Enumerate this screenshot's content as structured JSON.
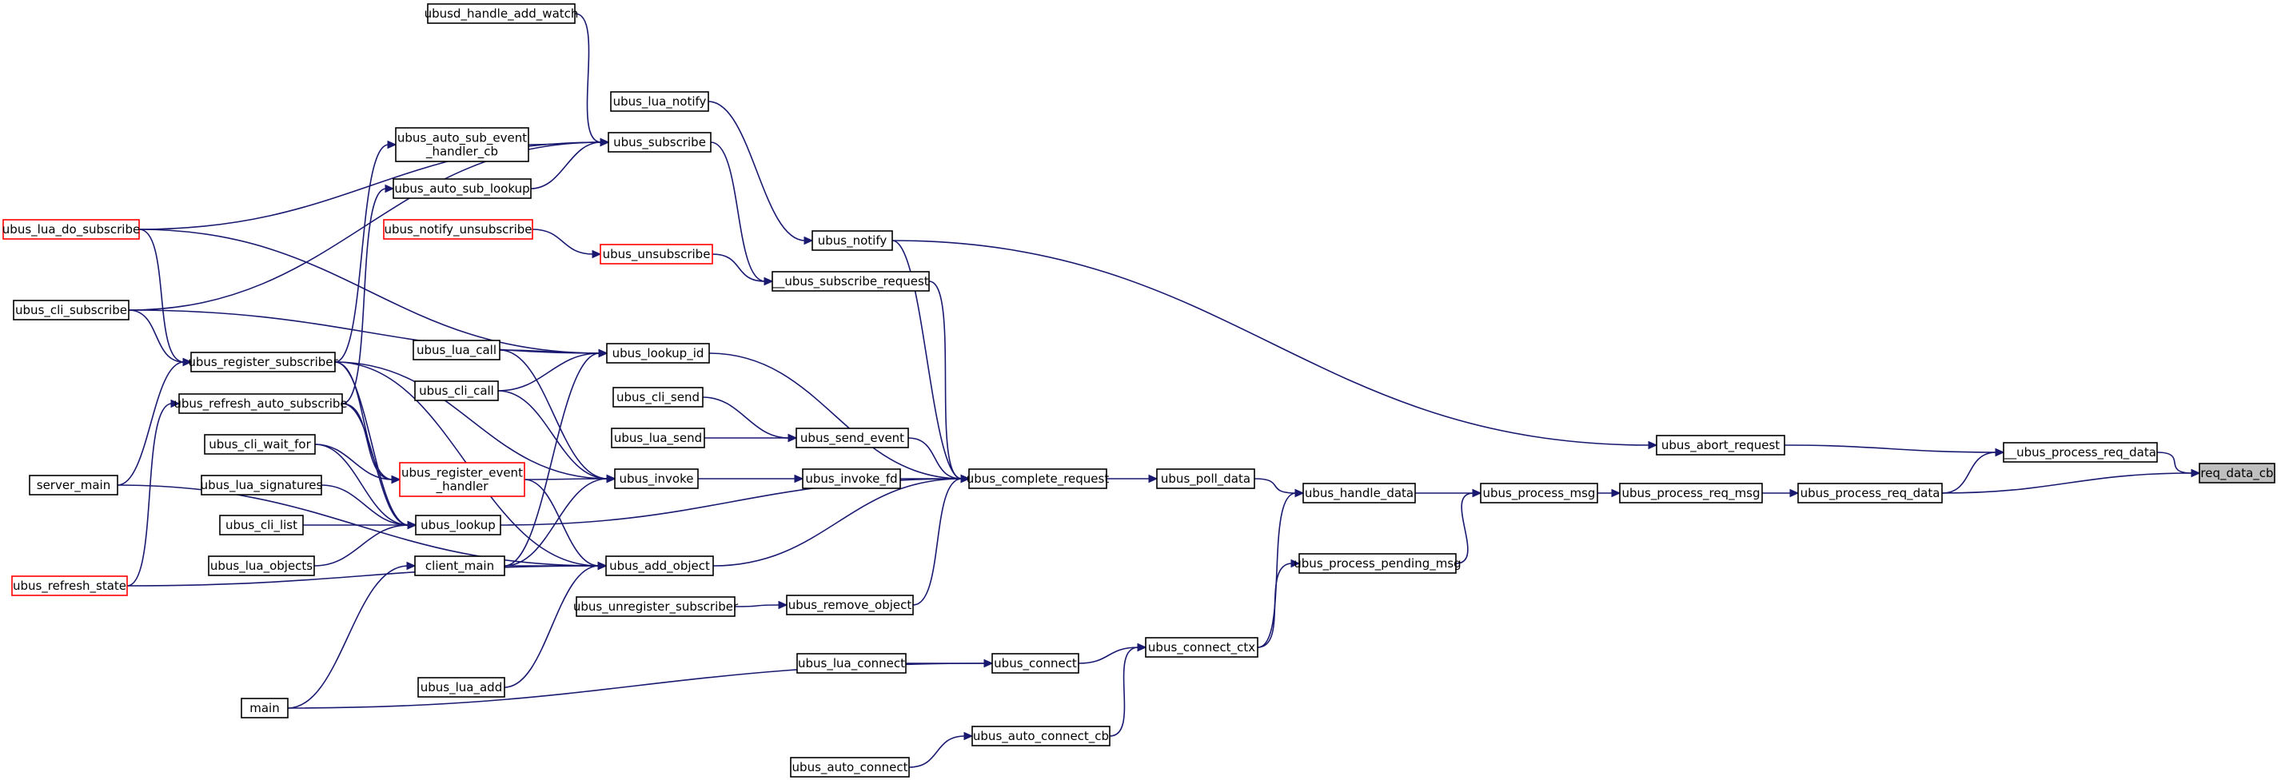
{
  "graph": {
    "nodes": [
      {
        "id": "req_data_cb",
        "lines": [
          "req_data_cb"
        ],
        "focus": true
      },
      {
        "id": "__ubus_process_req_data",
        "lines": [
          "__ubus_process_req_data"
        ]
      },
      {
        "id": "ubus_process_req_data",
        "lines": [
          "ubus_process_req_data"
        ]
      },
      {
        "id": "ubus_abort_request",
        "lines": [
          "ubus_abort_request"
        ]
      },
      {
        "id": "ubus_process_req_msg",
        "lines": [
          "ubus_process_req_msg"
        ]
      },
      {
        "id": "ubus_process_msg",
        "lines": [
          "ubus_process_msg"
        ]
      },
      {
        "id": "ubus_handle_data",
        "lines": [
          "ubus_handle_data"
        ]
      },
      {
        "id": "ubus_process_pending_msg",
        "lines": [
          "ubus_process_pending_msg"
        ]
      },
      {
        "id": "ubus_poll_data",
        "lines": [
          "ubus_poll_data"
        ]
      },
      {
        "id": "ubus_connect_ctx",
        "lines": [
          "ubus_connect_ctx"
        ]
      },
      {
        "id": "ubus_connect",
        "lines": [
          "ubus_connect"
        ]
      },
      {
        "id": "ubus_auto_connect_cb",
        "lines": [
          "ubus_auto_connect_cb"
        ]
      },
      {
        "id": "ubus_lua_connect",
        "lines": [
          "ubus_lua_connect"
        ]
      },
      {
        "id": "ubus_auto_connect",
        "lines": [
          "ubus_auto_connect"
        ]
      },
      {
        "id": "main",
        "lines": [
          "main"
        ]
      },
      {
        "id": "ubus_complete_request",
        "lines": [
          "ubus_complete_request"
        ]
      },
      {
        "id": "ubus_notify",
        "lines": [
          "ubus_notify"
        ]
      },
      {
        "id": "__ubus_subscribe_request",
        "lines": [
          "__ubus_subscribe_request"
        ]
      },
      {
        "id": "ubus_send_event",
        "lines": [
          "ubus_send_event"
        ]
      },
      {
        "id": "ubus_invoke_fd",
        "lines": [
          "ubus_invoke_fd"
        ]
      },
      {
        "id": "ubus_remove_object",
        "lines": [
          "ubus_remove_object"
        ]
      },
      {
        "id": "ubus_lua_notify",
        "lines": [
          "ubus_lua_notify"
        ]
      },
      {
        "id": "ubus_subscribe",
        "lines": [
          "ubus_subscribe"
        ]
      },
      {
        "id": "ubus_unsubscribe",
        "lines": [
          "ubus_unsubscribe"
        ],
        "red": true
      },
      {
        "id": "ubus_notify_unsubscribe",
        "lines": [
          "ubus_notify_unsubscribe"
        ],
        "red": true
      },
      {
        "id": "ubus_lookup_id",
        "lines": [
          "ubus_lookup_id"
        ]
      },
      {
        "id": "ubus_invoke",
        "lines": [
          "ubus_invoke"
        ]
      },
      {
        "id": "ubus_lookup",
        "lines": [
          "ubus_lookup"
        ]
      },
      {
        "id": "ubus_add_object",
        "lines": [
          "ubus_add_object"
        ]
      },
      {
        "id": "ubus_unregister_subscriber",
        "lines": [
          "ubus_unregister_subscriber"
        ]
      },
      {
        "id": "ubusd_handle_add_watch",
        "lines": [
          "ubusd_handle_add_watch"
        ]
      },
      {
        "id": "ubus_auto_sub_event_handler_cb",
        "lines": [
          "ubus_auto_sub_event",
          "_handler_cb"
        ]
      },
      {
        "id": "ubus_auto_sub_lookup",
        "lines": [
          "ubus_auto_sub_lookup"
        ]
      },
      {
        "id": "ubus_lua_do_subscribe",
        "lines": [
          "ubus_lua_do_subscribe"
        ],
        "red": true
      },
      {
        "id": "ubus_cli_subscribe",
        "lines": [
          "ubus_cli_subscribe"
        ]
      },
      {
        "id": "ubus_register_subscriber",
        "lines": [
          "ubus_register_subscriber"
        ]
      },
      {
        "id": "ubus_refresh_auto_subscribe",
        "lines": [
          "ubus_refresh_auto_subscribe"
        ]
      },
      {
        "id": "ubus_register_event_handler",
        "lines": [
          "ubus_register_event",
          "_handler"
        ],
        "red": true
      },
      {
        "id": "ubus_lua_call",
        "lines": [
          "ubus_lua_call"
        ]
      },
      {
        "id": "ubus_cli_call",
        "lines": [
          "ubus_cli_call"
        ]
      },
      {
        "id": "ubus_cli_send",
        "lines": [
          "ubus_cli_send"
        ]
      },
      {
        "id": "ubus_lua_send",
        "lines": [
          "ubus_lua_send"
        ]
      },
      {
        "id": "ubus_cli_wait_for",
        "lines": [
          "ubus_cli_wait_for"
        ]
      },
      {
        "id": "ubus_lua_signatures",
        "lines": [
          "ubus_lua_signatures"
        ]
      },
      {
        "id": "ubus_cli_list",
        "lines": [
          "ubus_cli_list"
        ]
      },
      {
        "id": "ubus_lua_objects",
        "lines": [
          "ubus_lua_objects"
        ]
      },
      {
        "id": "client_main",
        "lines": [
          "client_main"
        ]
      },
      {
        "id": "ubus_lua_add",
        "lines": [
          "ubus_lua_add"
        ]
      },
      {
        "id": "server_main",
        "lines": [
          "server_main"
        ]
      },
      {
        "id": "ubus_refresh_state",
        "lines": [
          "ubus_refresh_state"
        ],
        "red": true
      }
    ],
    "edges": [
      {
        "from": "__ubus_process_req_data",
        "to": "req_data_cb"
      },
      {
        "from": "ubus_process_req_data",
        "to": "req_data_cb"
      },
      {
        "from": "ubus_abort_request",
        "to": "__ubus_process_req_data"
      },
      {
        "from": "ubus_process_req_data",
        "to": "__ubus_process_req_data"
      },
      {
        "from": "ubus_process_req_msg",
        "to": "ubus_process_req_data"
      },
      {
        "from": "ubus_process_msg",
        "to": "ubus_process_req_msg"
      },
      {
        "from": "ubus_handle_data",
        "to": "ubus_process_msg"
      },
      {
        "from": "ubus_process_pending_msg",
        "to": "ubus_process_msg"
      },
      {
        "from": "ubus_poll_data",
        "to": "ubus_handle_data"
      },
      {
        "from": "ubus_connect_ctx",
        "to": "ubus_handle_data"
      },
      {
        "from": "ubus_connect_ctx",
        "to": "ubus_process_pending_msg"
      },
      {
        "from": "ubus_connect",
        "to": "ubus_connect_ctx"
      },
      {
        "from": "ubus_auto_connect_cb",
        "to": "ubus_connect_ctx"
      },
      {
        "from": "ubus_lua_connect",
        "to": "ubus_connect"
      },
      {
        "from": "main",
        "to": "ubus_connect"
      },
      {
        "from": "ubus_auto_connect",
        "to": "ubus_auto_connect_cb"
      },
      {
        "from": "ubus_complete_request",
        "to": "ubus_poll_data"
      },
      {
        "from": "ubus_notify",
        "to": "ubus_abort_request"
      },
      {
        "from": "ubus_notify",
        "to": "ubus_complete_request"
      },
      {
        "from": "__ubus_subscribe_request",
        "to": "ubus_complete_request"
      },
      {
        "from": "ubus_lookup_id",
        "to": "ubus_complete_request"
      },
      {
        "from": "ubus_send_event",
        "to": "ubus_complete_request"
      },
      {
        "from": "ubus_invoke_fd",
        "to": "ubus_complete_request"
      },
      {
        "from": "ubus_lookup",
        "to": "ubus_complete_request"
      },
      {
        "from": "ubus_add_object",
        "to": "ubus_complete_request"
      },
      {
        "from": "ubus_remove_object",
        "to": "ubus_complete_request"
      },
      {
        "from": "ubus_lua_notify",
        "to": "ubus_notify"
      },
      {
        "from": "ubus_subscribe",
        "to": "__ubus_subscribe_request"
      },
      {
        "from": "ubus_unsubscribe",
        "to": "__ubus_subscribe_request"
      },
      {
        "from": "ubus_notify_unsubscribe",
        "to": "ubus_unsubscribe"
      },
      {
        "from": "ubusd_handle_add_watch",
        "to": "ubus_subscribe"
      },
      {
        "from": "ubus_auto_sub_event_handler_cb",
        "to": "ubus_subscribe"
      },
      {
        "from": "ubus_auto_sub_lookup",
        "to": "ubus_subscribe"
      },
      {
        "from": "ubus_lua_do_subscribe",
        "to": "ubus_subscribe"
      },
      {
        "from": "ubus_cli_subscribe",
        "to": "ubus_subscribe"
      },
      {
        "from": "ubus_lua_do_subscribe",
        "to": "ubus_lookup_id"
      },
      {
        "from": "ubus_cli_subscribe",
        "to": "ubus_lookup_id"
      },
      {
        "from": "ubus_lua_call",
        "to": "ubus_lookup_id"
      },
      {
        "from": "ubus_cli_call",
        "to": "ubus_lookup_id"
      },
      {
        "from": "client_main",
        "to": "ubus_lookup_id"
      },
      {
        "from": "ubus_cli_send",
        "to": "ubus_send_event"
      },
      {
        "from": "ubus_lua_send",
        "to": "ubus_send_event"
      },
      {
        "from": "ubus_invoke",
        "to": "ubus_invoke_fd"
      },
      {
        "from": "ubus_lua_call",
        "to": "ubus_invoke"
      },
      {
        "from": "ubus_cli_call",
        "to": "ubus_invoke"
      },
      {
        "from": "ubus_register_subscriber",
        "to": "ubus_invoke"
      },
      {
        "from": "ubus_register_event_handler",
        "to": "ubus_invoke"
      },
      {
        "from": "client_main",
        "to": "ubus_invoke"
      },
      {
        "from": "ubus_unregister_subscriber",
        "to": "ubus_remove_object"
      },
      {
        "from": "ubus_register_subscriber",
        "to": "ubus_auto_sub_event_handler_cb"
      },
      {
        "from": "ubus_refresh_auto_subscribe",
        "to": "ubus_auto_sub_lookup"
      },
      {
        "from": "ubus_lua_do_subscribe",
        "to": "ubus_register_subscriber"
      },
      {
        "from": "ubus_cli_subscribe",
        "to": "ubus_register_subscriber"
      },
      {
        "from": "server_main",
        "to": "ubus_register_subscriber"
      },
      {
        "from": "ubus_register_subscriber",
        "to": "ubus_register_event_handler"
      },
      {
        "from": "ubus_refresh_auto_subscribe",
        "to": "ubus_register_event_handler"
      },
      {
        "from": "ubus_cli_wait_for",
        "to": "ubus_register_event_handler"
      },
      {
        "from": "ubus_register_subscriber",
        "to": "ubus_lookup"
      },
      {
        "from": "ubus_refresh_auto_subscribe",
        "to": "ubus_lookup"
      },
      {
        "from": "ubus_cli_wait_for",
        "to": "ubus_lookup"
      },
      {
        "from": "ubus_lua_signatures",
        "to": "ubus_lookup"
      },
      {
        "from": "ubus_cli_list",
        "to": "ubus_lookup"
      },
      {
        "from": "ubus_lua_objects",
        "to": "ubus_lookup"
      },
      {
        "from": "ubus_register_subscriber",
        "to": "ubus_add_object"
      },
      {
        "from": "ubus_register_event_handler",
        "to": "ubus_add_object"
      },
      {
        "from": "client_main",
        "to": "ubus_add_object"
      },
      {
        "from": "ubus_lua_add",
        "to": "ubus_add_object"
      },
      {
        "from": "server_main",
        "to": "ubus_add_object"
      },
      {
        "from": "ubus_refresh_state",
        "to": "ubus_add_object"
      },
      {
        "from": "ubus_refresh_state",
        "to": "ubus_refresh_auto_subscribe"
      },
      {
        "from": "main",
        "to": "client_main"
      }
    ]
  }
}
